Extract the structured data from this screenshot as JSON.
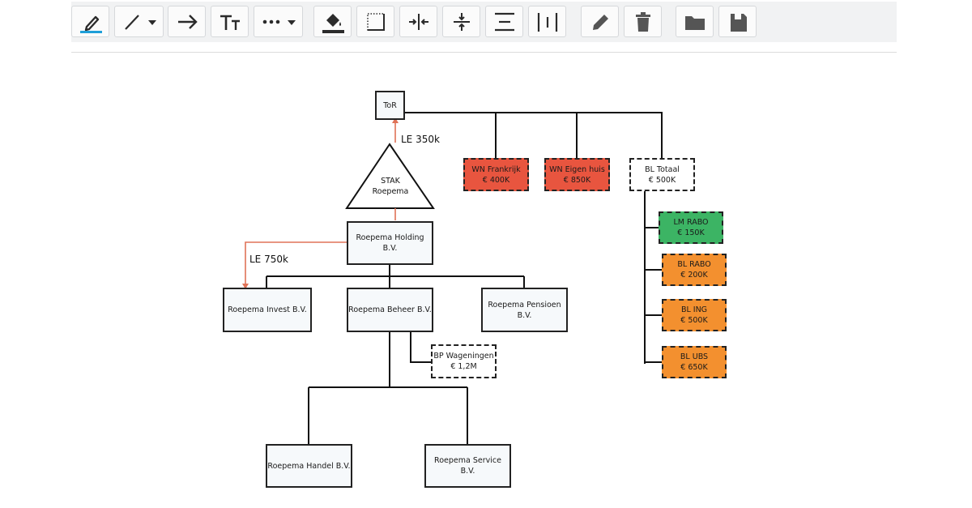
{
  "colors": {
    "accent": "#1e9fd8",
    "red": "#e8553f",
    "green": "#3cb464",
    "orange": "#f3902f",
    "arrow": "#e07358"
  },
  "toolbar": {
    "tools": [
      {
        "icon": "highlighter-icon"
      },
      {
        "icon": "line-icon"
      },
      {
        "icon": "arrow-right-icon"
      },
      {
        "icon": "text-size-icon"
      },
      {
        "icon": "dots-icon"
      },
      {
        "icon": "fill-bucket-icon"
      },
      {
        "icon": "border-dotted-icon"
      },
      {
        "icon": "distribute-horizontal-icon"
      },
      {
        "icon": "distribute-vertical-icon"
      },
      {
        "icon": "align-horizontal-icon"
      },
      {
        "icon": "align-vertical-icon"
      },
      {
        "icon": "pencil-icon"
      },
      {
        "icon": "trash-icon"
      },
      {
        "icon": "folder-icon"
      },
      {
        "icon": "save-icon"
      }
    ]
  },
  "diagram": {
    "tor": "ToR",
    "stak": {
      "line1": "STAK",
      "line2": "Roepema"
    },
    "le350": "LE 350k",
    "le750": "LE 750k",
    "holding": {
      "line1": "Roepema Holding",
      "line2": "B.V."
    },
    "invest": "Roepema Invest B.V.",
    "beheer": "Roepema Beheer B.V.",
    "pensioen": {
      "line1": "Roepema Pensioen",
      "line2": "B.V."
    },
    "wageningen": {
      "name": "BP Wageningen",
      "value": "€ 1,2M"
    },
    "handel": "Roepema Handel B.V.",
    "service": "Roepema Service B.V.",
    "frankrijk": {
      "name": "WN Frankrijk",
      "value": "€ 400K"
    },
    "eigenhuis": {
      "name": "WN Eigen huis",
      "value": "€ 850K"
    },
    "bltotaal": {
      "name": "BL Totaal",
      "value": "€ 500K"
    },
    "lmrabo": {
      "name": "LM RABO",
      "value": "€ 150K"
    },
    "blrabo": {
      "name": "BL RABO",
      "value": "€ 200K"
    },
    "bling": {
      "name": "BL ING",
      "value": "€ 500K"
    },
    "blubs": {
      "name": "BL UBS",
      "value": "€ 650K"
    }
  }
}
